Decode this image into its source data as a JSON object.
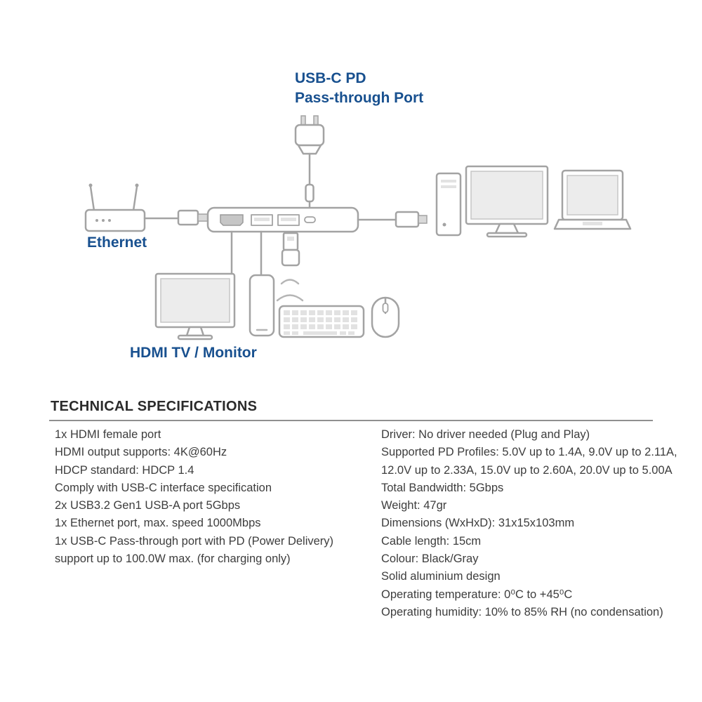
{
  "colors": {
    "accent": "#18508f",
    "line": "#a3a3a3",
    "text": "#3d3d3d"
  },
  "diagram": {
    "usb_c_title_line1": "USB-C PD",
    "usb_c_title_line2": "Pass-through Port",
    "ethernet_label": "Ethernet",
    "hdmi_label": "HDMI TV / Monitor",
    "icons": [
      "power-adapter-icon",
      "usb-hub-icon",
      "router-icon",
      "ethernet-plug-icon",
      "usb-plug-icon",
      "desktop-tower-icon",
      "monitor-icon",
      "laptop-icon",
      "hdmi-monitor-icon",
      "phone-icon",
      "usb-dongle-icon",
      "wireless-waves-icon",
      "keyboard-icon",
      "mouse-icon"
    ]
  },
  "specs": {
    "heading": "TECHNICAL SPECIFICATIONS",
    "left_column": [
      "1x HDMI female port",
      "HDMI output supports: 4K@60Hz",
      "HDCP standard: HDCP 1.4",
      "Comply with USB-C interface specification",
      "2x USB3.2 Gen1 USB-A port 5Gbps",
      "1x Ethernet port, max. speed 1000Mbps",
      "1x USB-C Pass-through port with PD (Power Delivery)",
      "support up to 100.0W max. (for charging only)"
    ],
    "right_column": [
      "Driver: No driver needed (Plug and Play)",
      "Supported PD Profiles: 5.0V up to 1.4A, 9.0V up to 2.11A,",
      "12.0V up to 2.33A, 15.0V up to 2.60A, 20.0V up to 5.00A",
      "Total Bandwidth: 5Gbps",
      "Weight: 47gr",
      "Dimensions (WxHxD): 31x15x103mm",
      "Cable length: 15cm",
      "Colour: Black/Gray",
      "Solid aluminium design",
      "Operating temperature: 0⁰C to +45⁰C",
      "Operating humidity: 10% to 85% RH (no condensation)"
    ]
  }
}
